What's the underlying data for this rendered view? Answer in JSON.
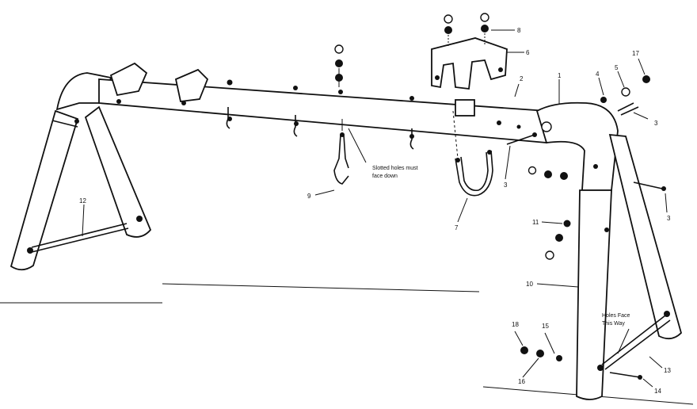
{
  "diagram": {
    "part_labels": [
      {
        "id": "p1",
        "text": "1"
      },
      {
        "id": "p2",
        "text": "2"
      },
      {
        "id": "p3a",
        "text": "3"
      },
      {
        "id": "p3b",
        "text": "3"
      },
      {
        "id": "p3c",
        "text": "3"
      },
      {
        "id": "p4",
        "text": "4"
      },
      {
        "id": "p5",
        "text": "5"
      },
      {
        "id": "p6",
        "text": "6"
      },
      {
        "id": "p7",
        "text": "7"
      },
      {
        "id": "p8",
        "text": "8"
      },
      {
        "id": "p9",
        "text": "9"
      },
      {
        "id": "p10",
        "text": "10"
      },
      {
        "id": "p11",
        "text": "11"
      },
      {
        "id": "p12",
        "text": "12"
      },
      {
        "id": "p13",
        "text": "13"
      },
      {
        "id": "p14",
        "text": "14"
      },
      {
        "id": "p15",
        "text": "15"
      },
      {
        "id": "p16",
        "text": "16"
      },
      {
        "id": "p17",
        "text": "17"
      },
      {
        "id": "p18",
        "text": "18"
      }
    ],
    "notes": {
      "slotted_line1": "Slotted holes must",
      "slotted_line2": "face down",
      "holes_line1": "Holes Face",
      "holes_line2": "This Way"
    }
  }
}
